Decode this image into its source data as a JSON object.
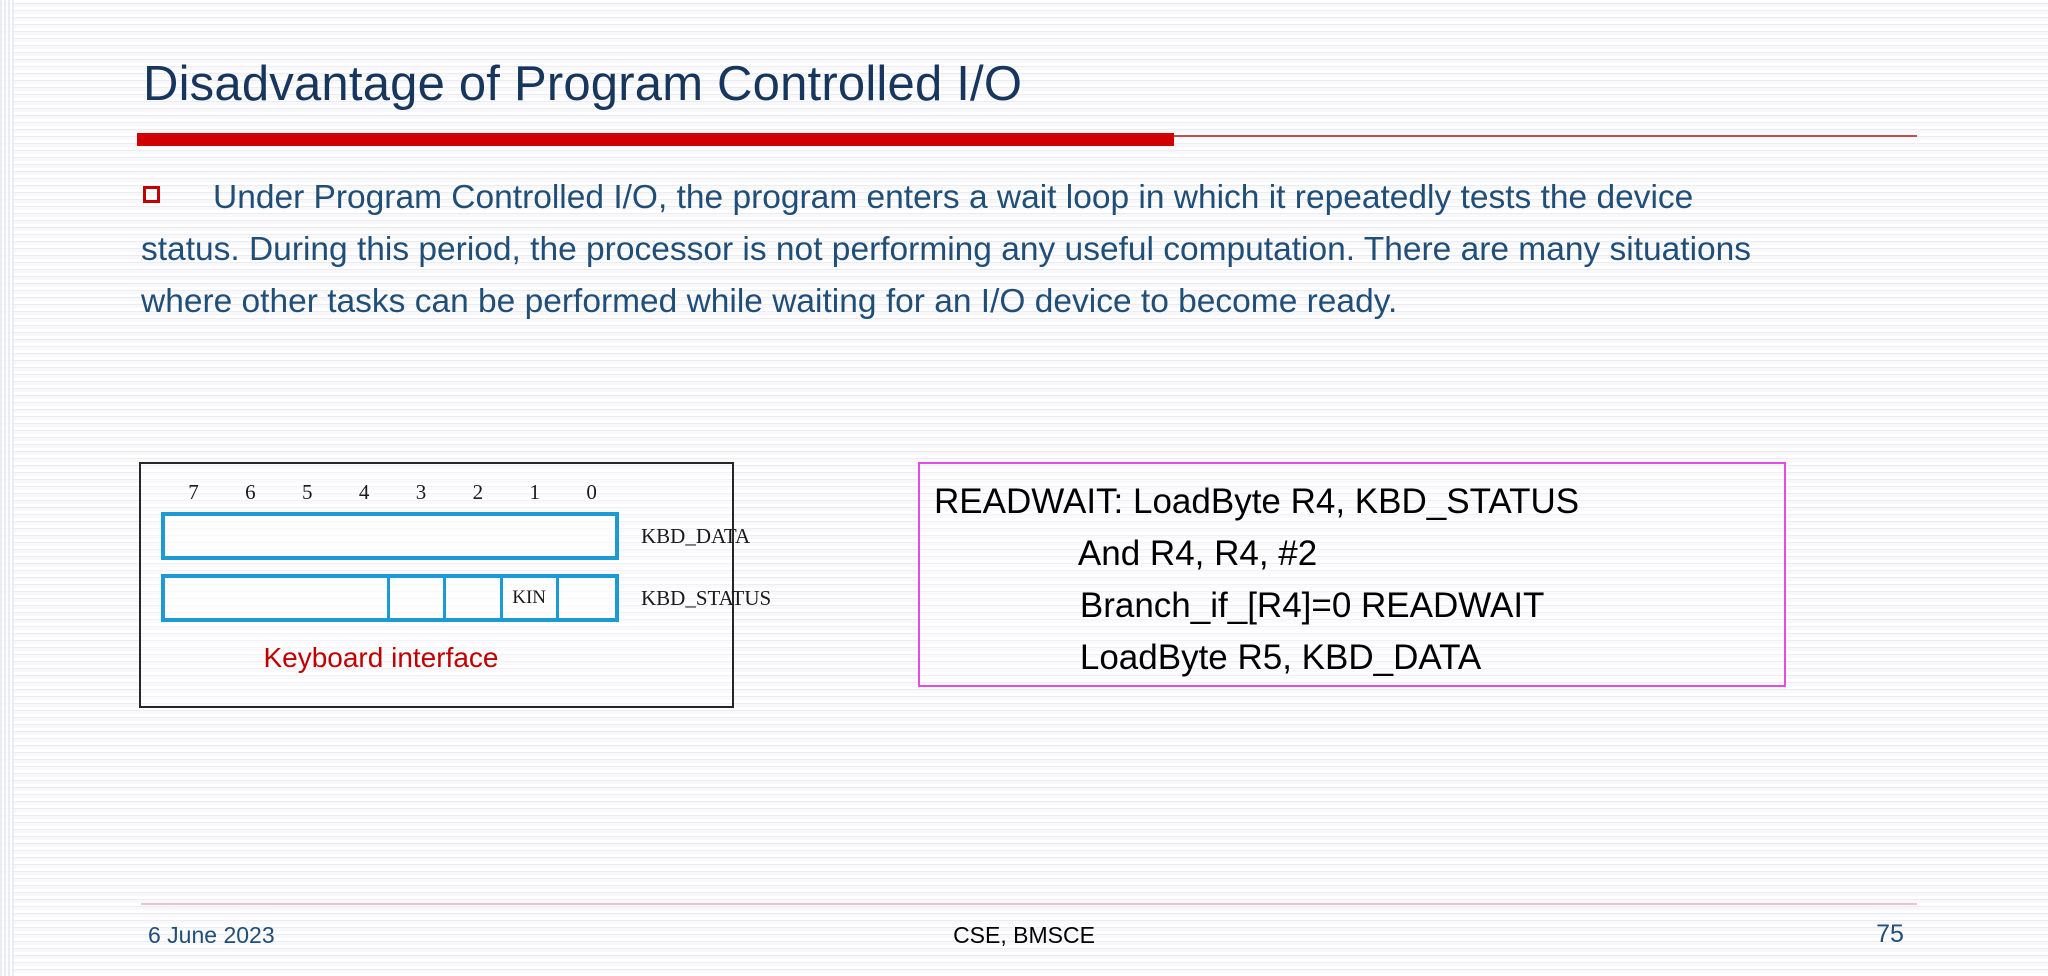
{
  "slide": {
    "title": "Disadvantage of Program Controlled I/O",
    "body_paragraph": "Under Program Controlled I/O, the program enters a wait loop in which it repeatedly tests the device status. During this period, the processor is not performing any useful computation. There are many situations where other tasks can be performed while waiting for an I/O device to become ready.",
    "bullet_icon": "hollow-square-bullet-icon"
  },
  "colors": {
    "title": "#17365D",
    "body_text": "#1F4E79",
    "rule_thick": "#D00000",
    "rule_thin": "#C0504D",
    "bullet": "#C00000",
    "register_border": "#1C9AD6",
    "figure_border": "#262626",
    "caption": "#C00000",
    "code_box_border": "#E54BE5",
    "code_text": "#000000",
    "footer_rule": "#E8C4CF"
  },
  "figure": {
    "caption": "Keyboard interface",
    "bit_labels": [
      "7",
      "6",
      "5",
      "4",
      "3",
      "2",
      "1",
      "0"
    ],
    "registers": [
      {
        "name": "KBD_DATA",
        "cells": [
          {
            "label": "",
            "span": "8"
          }
        ]
      },
      {
        "name": "KBD_STATUS",
        "cells": [
          {
            "label": "",
            "span": "4"
          },
          {
            "label": "",
            "span": "1"
          },
          {
            "label": "",
            "span": "1"
          },
          {
            "label": "KIN",
            "span": "1"
          },
          {
            "label": "",
            "span": "1"
          }
        ]
      }
    ]
  },
  "code_box": {
    "lines": [
      "READWAIT: LoadByte R4, KBD_STATUS",
      "               And R4, R4, #2",
      "               Branch_if_[R4]=0 READWAIT",
      "               LoadByte R5, KBD_DATA"
    ]
  },
  "footer": {
    "date": "6 June 2023",
    "center": "CSE, BMSCE",
    "page_number": "75"
  }
}
